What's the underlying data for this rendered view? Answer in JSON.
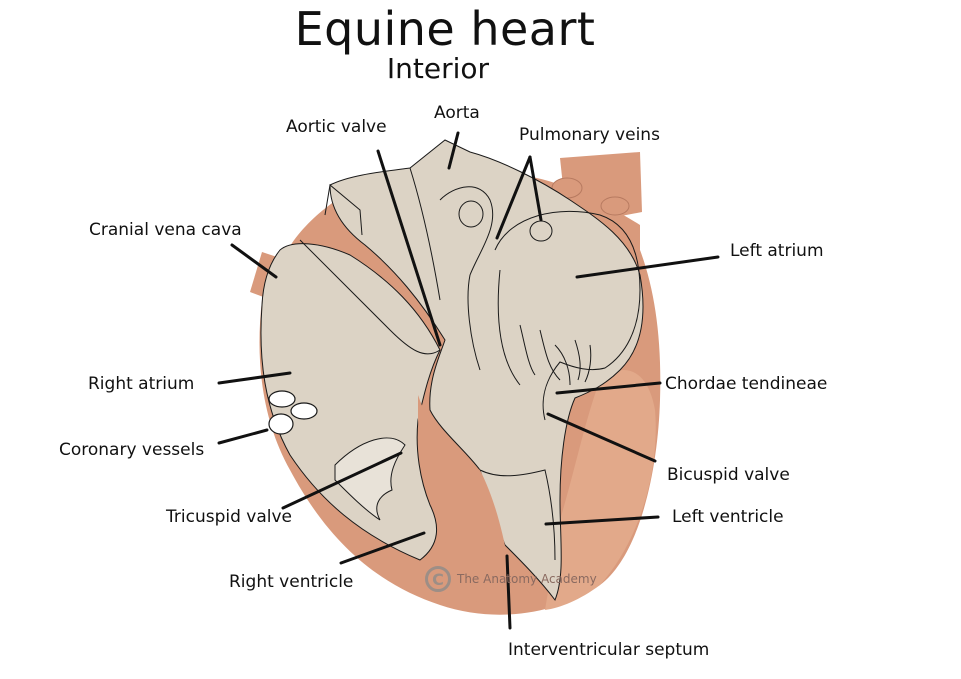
{
  "title": "Equine heart",
  "subtitle": "Interior",
  "labels": {
    "aortic_valve": "Aortic valve",
    "aorta": "Aorta",
    "pulmonary_veins": "Pulmonary veins",
    "cranial_vena_cava": "Cranial vena cava",
    "left_atrium": "Left atrium",
    "right_atrium": "Right atrium",
    "chordae_tendineae": "Chordae tendineae",
    "coronary_vessels": "Coronary vessels",
    "bicuspid_valve": "Bicuspid valve",
    "tricuspid_valve": "Tricuspid valve",
    "left_ventricle": "Left ventricle",
    "right_ventricle": "Right ventricle",
    "interventricular_septum": "Interventricular septum"
  },
  "watermark": {
    "symbol": "C",
    "text": "The Anatomy Academy"
  },
  "colors": {
    "chamber_fill": "#dcd3c5",
    "muscle_fill": "#d99a7c",
    "muscle_light": "#eab99f",
    "outline": "#1a1a1a"
  }
}
